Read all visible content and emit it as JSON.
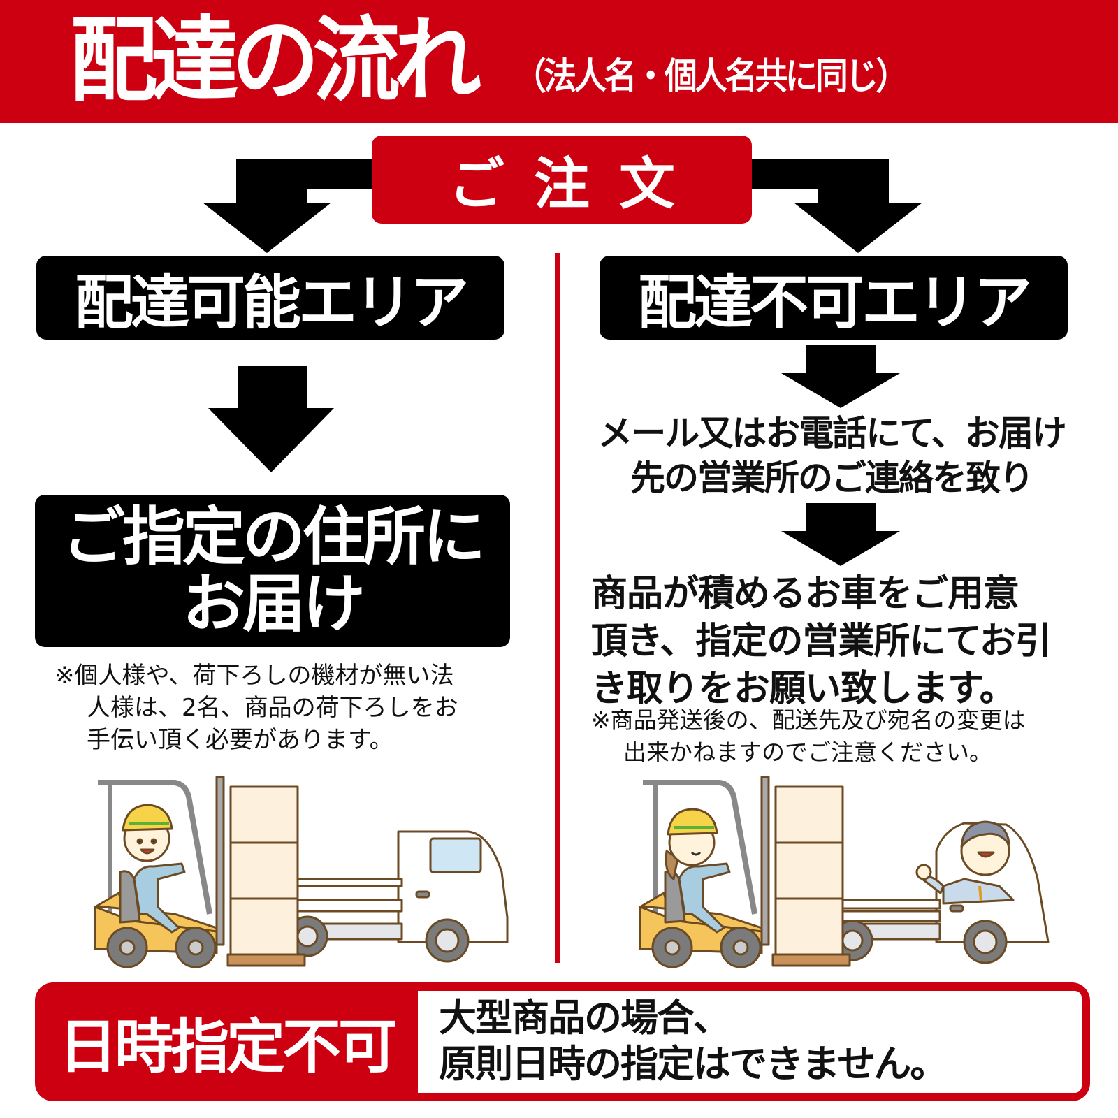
{
  "header": {
    "title": "配達の流れ",
    "subtitle": "（法人名・個人名共に同じ）"
  },
  "order": {
    "label": "ご注文"
  },
  "left_branch": {
    "area_label": "配達可能エリア",
    "result_line1": "ご指定の住所に",
    "result_line2": "お届け",
    "note_line1": "※個人様や、荷下ろしの機材が無い法",
    "note_line2": "人様は、2名、商品の荷下ろしをお",
    "note_line3": "手伝い頂く必要があります。",
    "illustration": "forklift-loading-truck-male-operator"
  },
  "right_branch": {
    "area_label": "配達不可エリア",
    "contact_line1": "メール又はお電話にて、お届け",
    "contact_line2": "先の営業所のご連絡を致り",
    "pickup_line1": "商品が積めるお車をご用意",
    "pickup_line2": "頂き、指定の営業所にてお引",
    "pickup_line3": "き取りをお願い致します。",
    "note_line1": "※商品発送後の、配送先及び宛名の変更は",
    "note_line2": "出来かねますのでご注意ください。",
    "illustration": "forklift-loading-truck-female-operator-waving-driver"
  },
  "banner": {
    "label": "日時指定不可",
    "text_line1": "大型商品の場合、",
    "text_line2": "原則日時の指定はできません。"
  },
  "colors": {
    "brand_red": "#cc0011",
    "black": "#000000",
    "white": "#ffffff",
    "forklift_yellow": "#f5c45a",
    "box_cream": "#fdf0dc",
    "pallet_brown": "#c8925a",
    "outline_brown": "#6b4a24",
    "wheel_gray": "#7b7b7b"
  },
  "icons": {
    "flow_arrow": "arrow-down-icon",
    "split_arrow": "branch-arrow-icon"
  }
}
